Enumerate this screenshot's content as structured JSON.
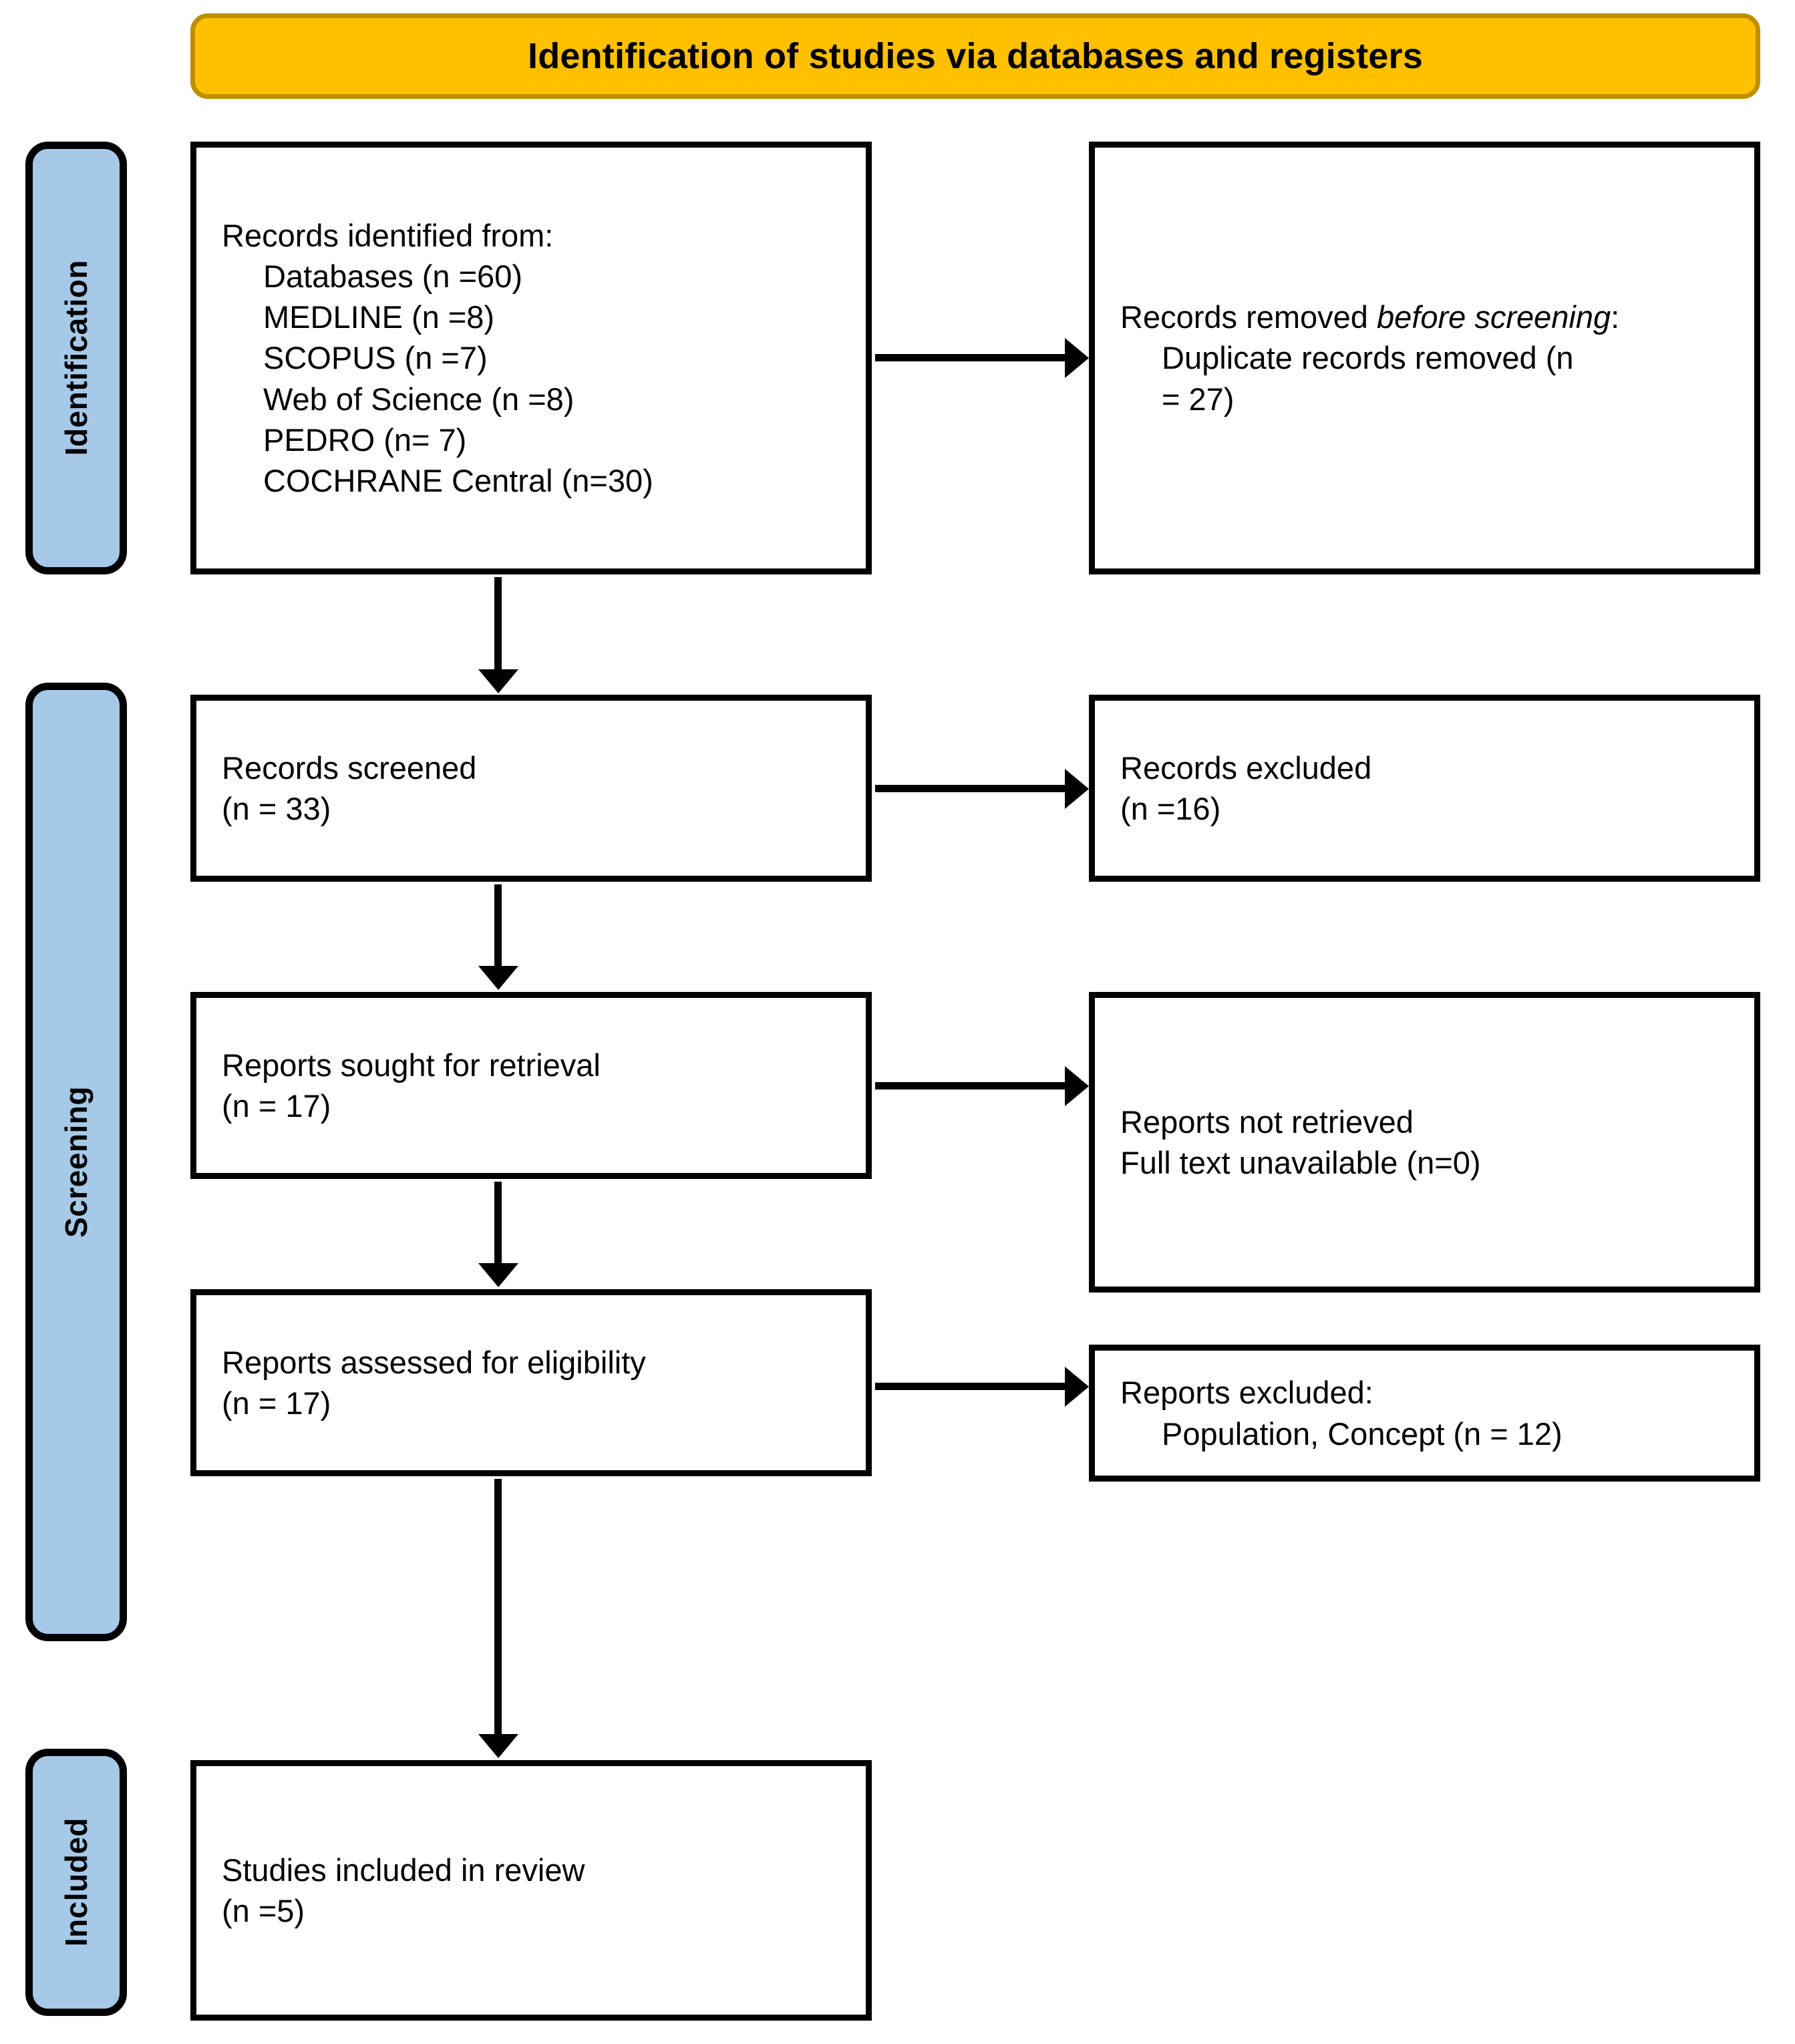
{
  "banner": {
    "title": "Identification of studies via databases and registers",
    "fill_color": "#FFC000",
    "border_color": "#BF8F00"
  },
  "stages": {
    "identification": "Identification",
    "screening": "Screening",
    "included": "Included",
    "fill_color": "#A6C9E8",
    "border_color": "#000000"
  },
  "boxes": {
    "identified": {
      "heading": "Records identified from:",
      "items": [
        "Databases (n =60)",
        "MEDLINE (n =8)",
        "SCOPUS (n =7)",
        "Web of Science (n =8)",
        "PEDRO (n= 7)",
        "COCHRANE Central (n=30)"
      ]
    },
    "removed": {
      "heading_pre": "Records removed ",
      "heading_italic": "before screening",
      "heading_post": ":",
      "line1": "Duplicate records removed (n",
      "line2": "= 27)"
    },
    "screened": {
      "line1": "Records screened",
      "line2": "(n = 33)"
    },
    "excluded_records": {
      "line1": "Records excluded",
      "line2": "(n =16)"
    },
    "sought": {
      "line1": "Reports sought for retrieval",
      "line2": "(n = 17)"
    },
    "not_retrieved": {
      "line1": "Reports not retrieved",
      "line2": "Full text unavailable (n=0)"
    },
    "eligibility": {
      "line1": "Reports assessed for eligibility",
      "line2": "(n = 17)"
    },
    "excluded_reports": {
      "line1": "Reports excluded:",
      "line2": "Population, Concept (n = 12)"
    },
    "included": {
      "line1": "Studies included in review",
      "line2": "(n =5)"
    }
  }
}
